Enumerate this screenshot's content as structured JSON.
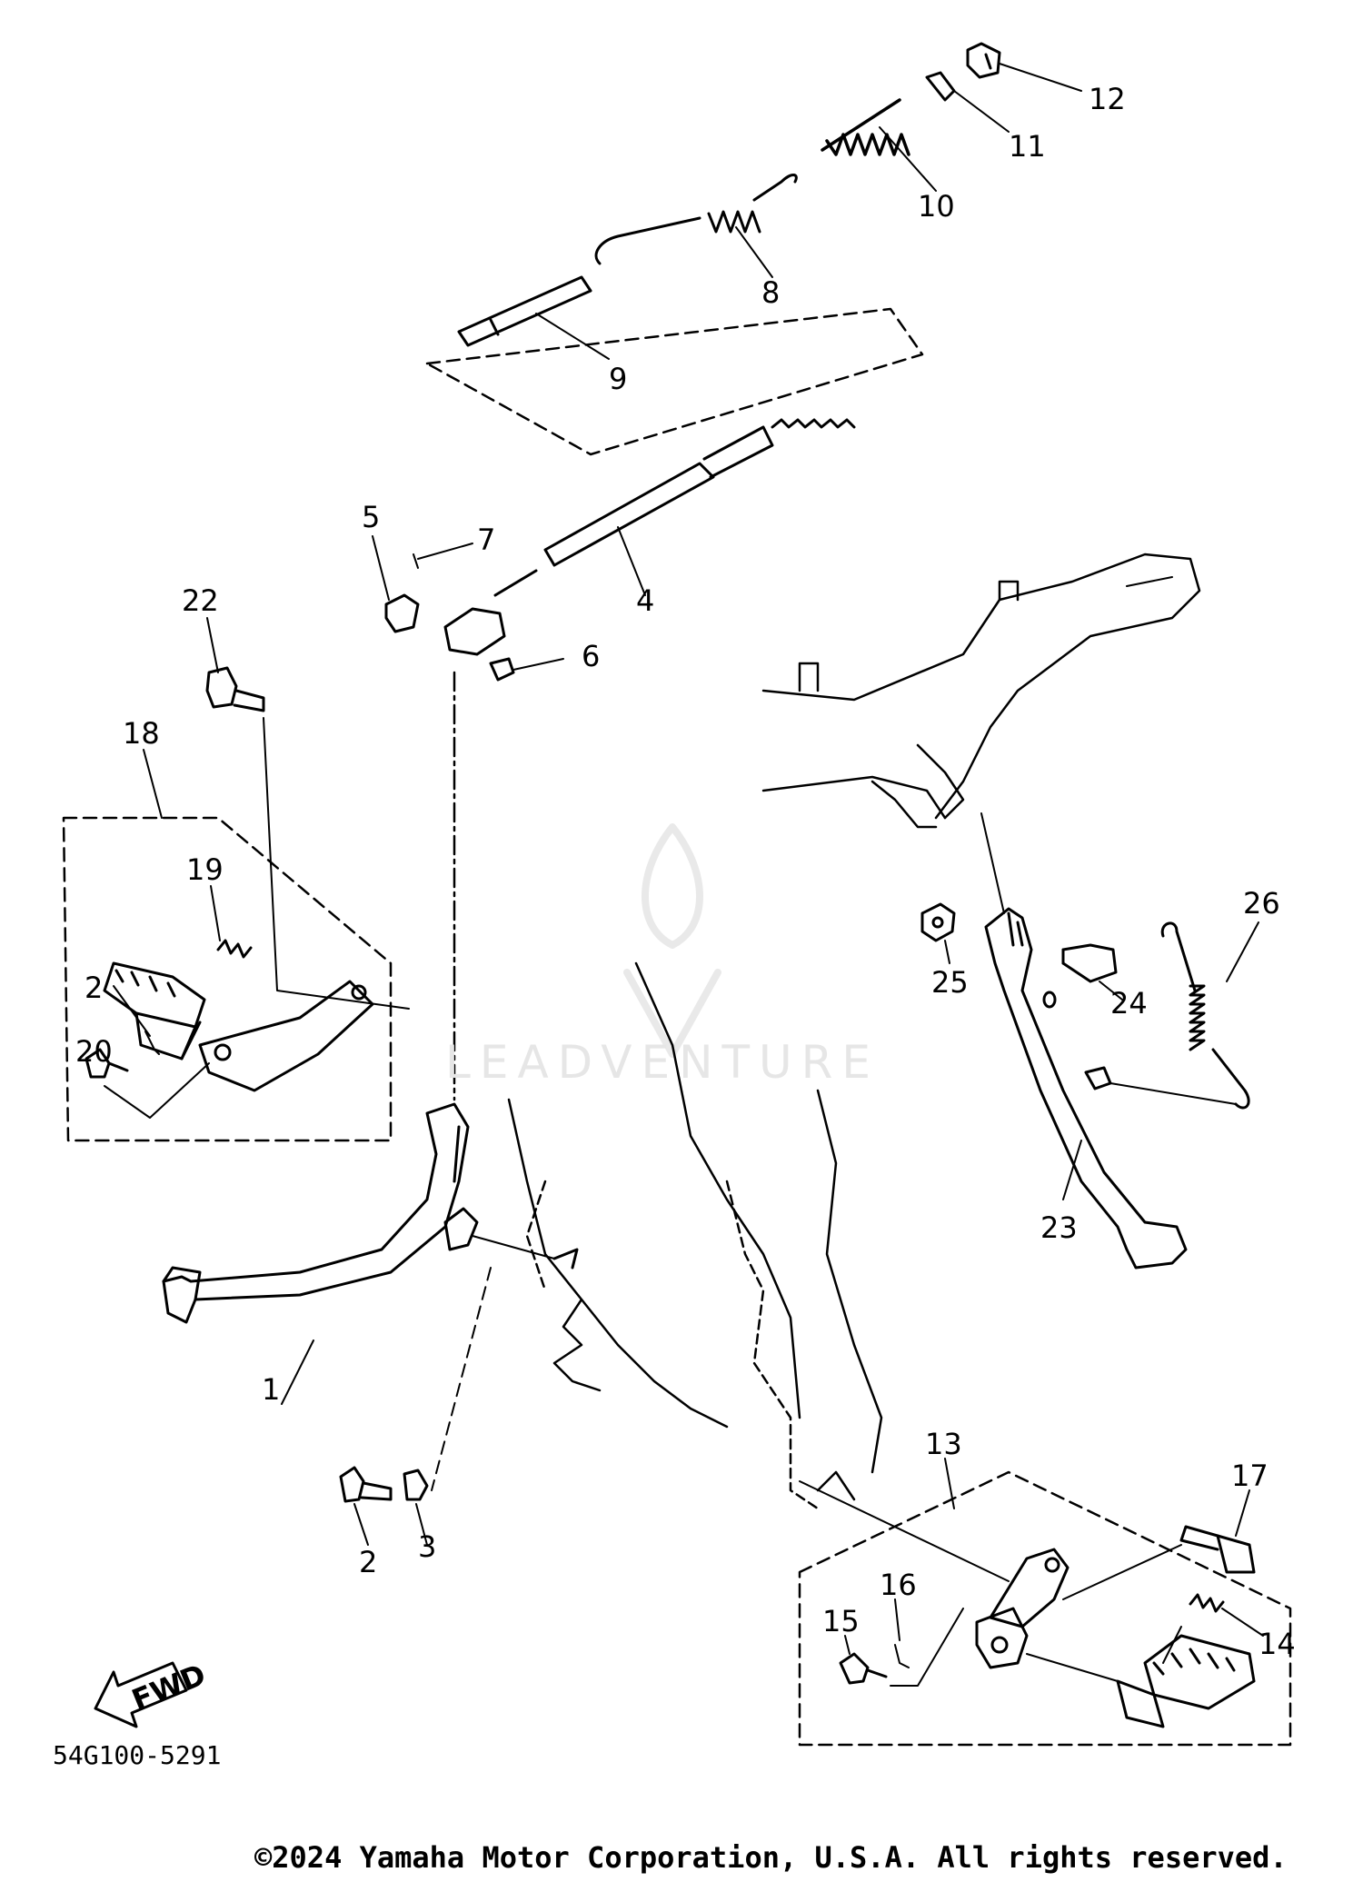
{
  "callouts": [
    {
      "id": "1",
      "label": "1"
    },
    {
      "id": "2a",
      "label": "2"
    },
    {
      "id": "2b",
      "label": "2"
    },
    {
      "id": "3",
      "label": "3"
    },
    {
      "id": "4",
      "label": "4"
    },
    {
      "id": "5",
      "label": "5"
    },
    {
      "id": "6",
      "label": "6"
    },
    {
      "id": "7",
      "label": "7"
    },
    {
      "id": "8",
      "label": "8"
    },
    {
      "id": "9",
      "label": "9"
    },
    {
      "id": "10",
      "label": "10"
    },
    {
      "id": "11",
      "label": "11"
    },
    {
      "id": "12",
      "label": "12"
    },
    {
      "id": "13",
      "label": "13"
    },
    {
      "id": "14",
      "label": "14"
    },
    {
      "id": "15",
      "label": "15"
    },
    {
      "id": "16",
      "label": "16"
    },
    {
      "id": "17",
      "label": "17"
    },
    {
      "id": "18",
      "label": "18"
    },
    {
      "id": "19",
      "label": "19"
    },
    {
      "id": "20",
      "label": "20"
    },
    {
      "id": "22",
      "label": "22"
    },
    {
      "id": "23",
      "label": "23"
    },
    {
      "id": "24",
      "label": "24"
    },
    {
      "id": "25",
      "label": "25"
    },
    {
      "id": "26",
      "label": "26"
    }
  ],
  "fwd_label": "FWD",
  "diagram_code": "54G100-5291",
  "watermark": "LEADVENTURE",
  "copyright": "©2024 Yamaha Motor Corporation, U.S.A. All rights reserved."
}
